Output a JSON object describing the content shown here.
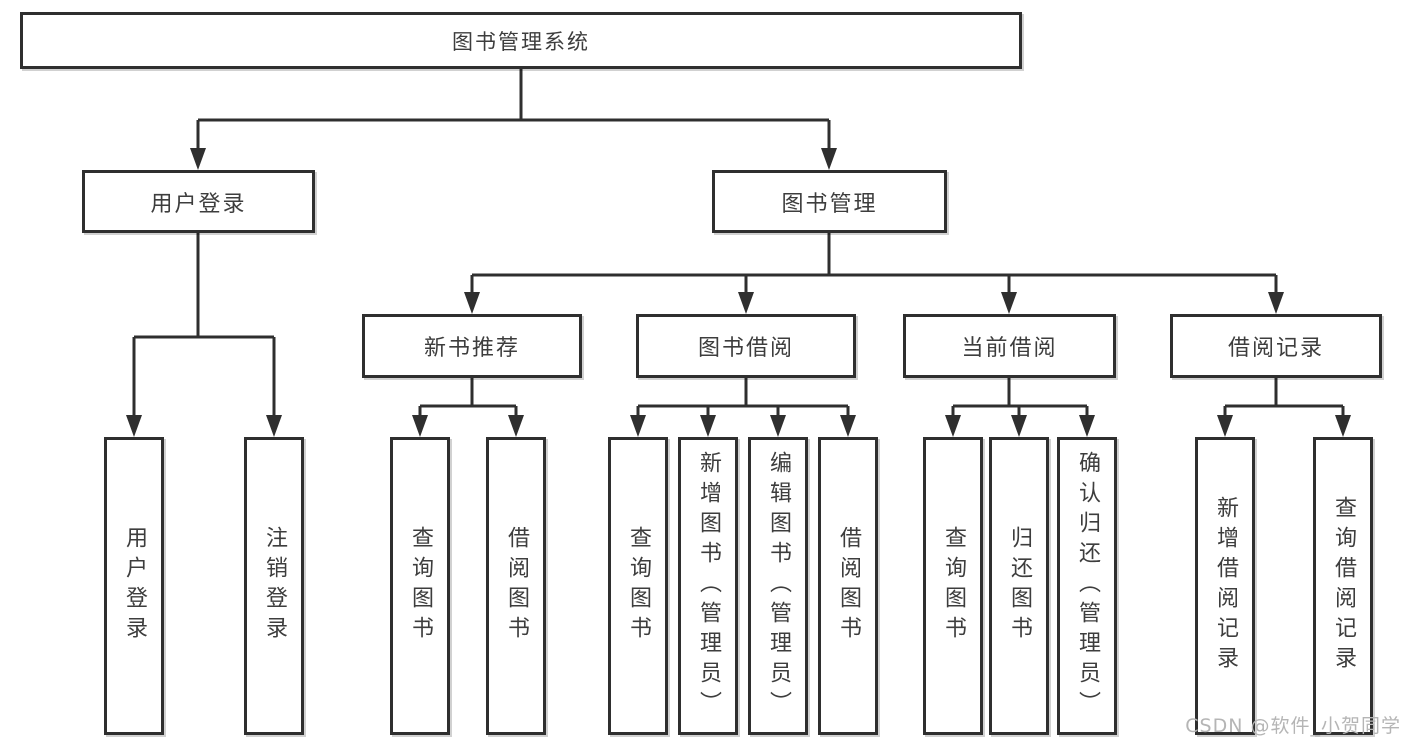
{
  "diagram": {
    "root": {
      "label": "图书管理系统"
    },
    "branches": [
      {
        "label": "用户登录",
        "leaves": [
          {
            "label": "用户登录"
          },
          {
            "label": "注销登录"
          }
        ]
      },
      {
        "label": "图书管理",
        "groups": [
          {
            "label": "新书推荐",
            "leaves": [
              {
                "label": "查询图书"
              },
              {
                "label": "借阅图书"
              }
            ]
          },
          {
            "label": "图书借阅",
            "leaves": [
              {
                "label": "查询图书"
              },
              {
                "label": "新增图书（管理员）"
              },
              {
                "label": "编辑图书（管理员）"
              },
              {
                "label": "借阅图书"
              }
            ]
          },
          {
            "label": "当前借阅",
            "leaves": [
              {
                "label": "查询图书"
              },
              {
                "label": "归还图书"
              },
              {
                "label": "确认归还（管理员）"
              }
            ]
          },
          {
            "label": "借阅记录",
            "leaves": [
              {
                "label": "新增借阅记录"
              },
              {
                "label": "查询借阅记录"
              }
            ]
          }
        ]
      }
    ],
    "watermark": "CSDN @软件_小贺同学",
    "colors": {
      "line": "#2f2f2f",
      "text": "#3d3d3d",
      "watermark": "#b5b5b5",
      "background": "#ffffff"
    }
  }
}
